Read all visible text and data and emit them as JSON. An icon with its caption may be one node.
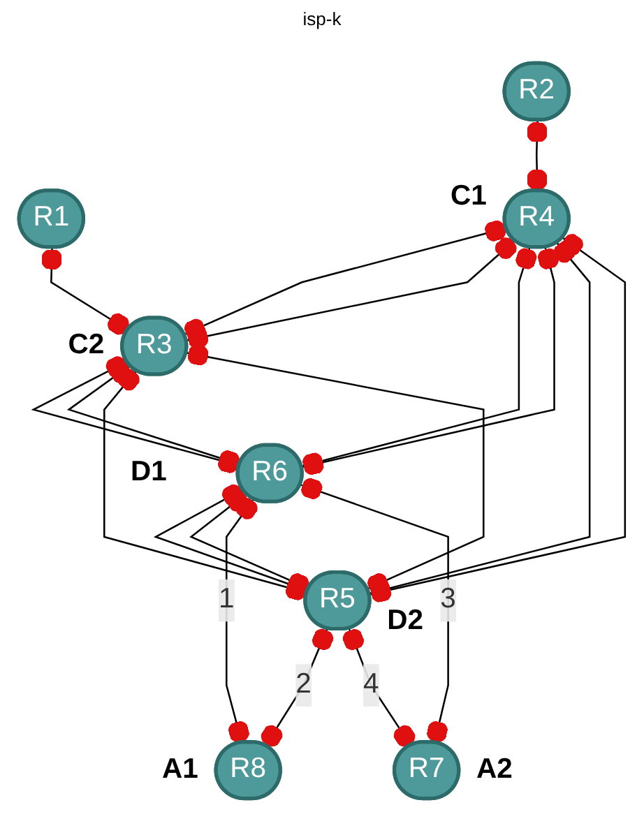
{
  "diagram": {
    "nodes": [
      {
        "text": [
          "R2"
        ]
      },
      {
        "text": [
          "R1"
        ]
      },
      {
        "text": [
          "R4"
        ],
        "beside": [
          "C1"
        ]
      },
      {
        "text": [
          "R3"
        ],
        "beside": [
          "C2"
        ]
      },
      {
        "text": [
          "R6"
        ],
        "beside": [
          "D1"
        ]
      },
      {
        "text": [
          "R5"
        ],
        "beside": [
          "D2"
        ]
      },
      {
        "text": [
          "R8"
        ],
        "beside": [
          "A1"
        ]
      },
      {
        "text": [
          "R7"
        ],
        "beside": [
          "A2"
        ]
      }
    ],
    "edges": [
      {
        "from": 0,
        "to": 2,
        "arrow": "other"
      },
      {
        "from": 1,
        "to": 3,
        "arrow": "other"
      },
      {
        "from": 2,
        "to": 3,
        "arrow": "other"
      },
      {
        "from": 2,
        "to": 3,
        "arrow": "other"
      },
      {
        "from": 2,
        "to": 4,
        "arrow": "other"
      },
      {
        "from": 2,
        "to": 4,
        "arrow": "other"
      },
      {
        "from": 2,
        "to": 5,
        "arrow": "other"
      },
      {
        "from": 2,
        "to": 5,
        "arrow": "other"
      },
      {
        "from": 3,
        "to": 4,
        "arrow": "other"
      },
      {
        "from": 3,
        "to": 4,
        "arrow": "other"
      },
      {
        "from": 3,
        "to": 5,
        "arrow": "other"
      },
      {
        "from": 3,
        "to": 5,
        "arrow": "other"
      },
      {
        "from": 4,
        "to": 5,
        "arrow": "other"
      },
      {
        "from": 4,
        "to": 5,
        "arrow": "other"
      },
      {
        "from": 4,
        "to": 6,
        "arrow": "other",
        "label": "1"
      },
      {
        "from": 5,
        "to": 6,
        "arrow": "other",
        "label": "2"
      },
      {
        "from": 4,
        "to": 7,
        "arrow": "other",
        "label": "3"
      },
      {
        "from": 5,
        "to": 7,
        "arrow": "other",
        "label": "4"
      }
    ],
    "labels": [
      "isp-k"
    ]
  }
}
